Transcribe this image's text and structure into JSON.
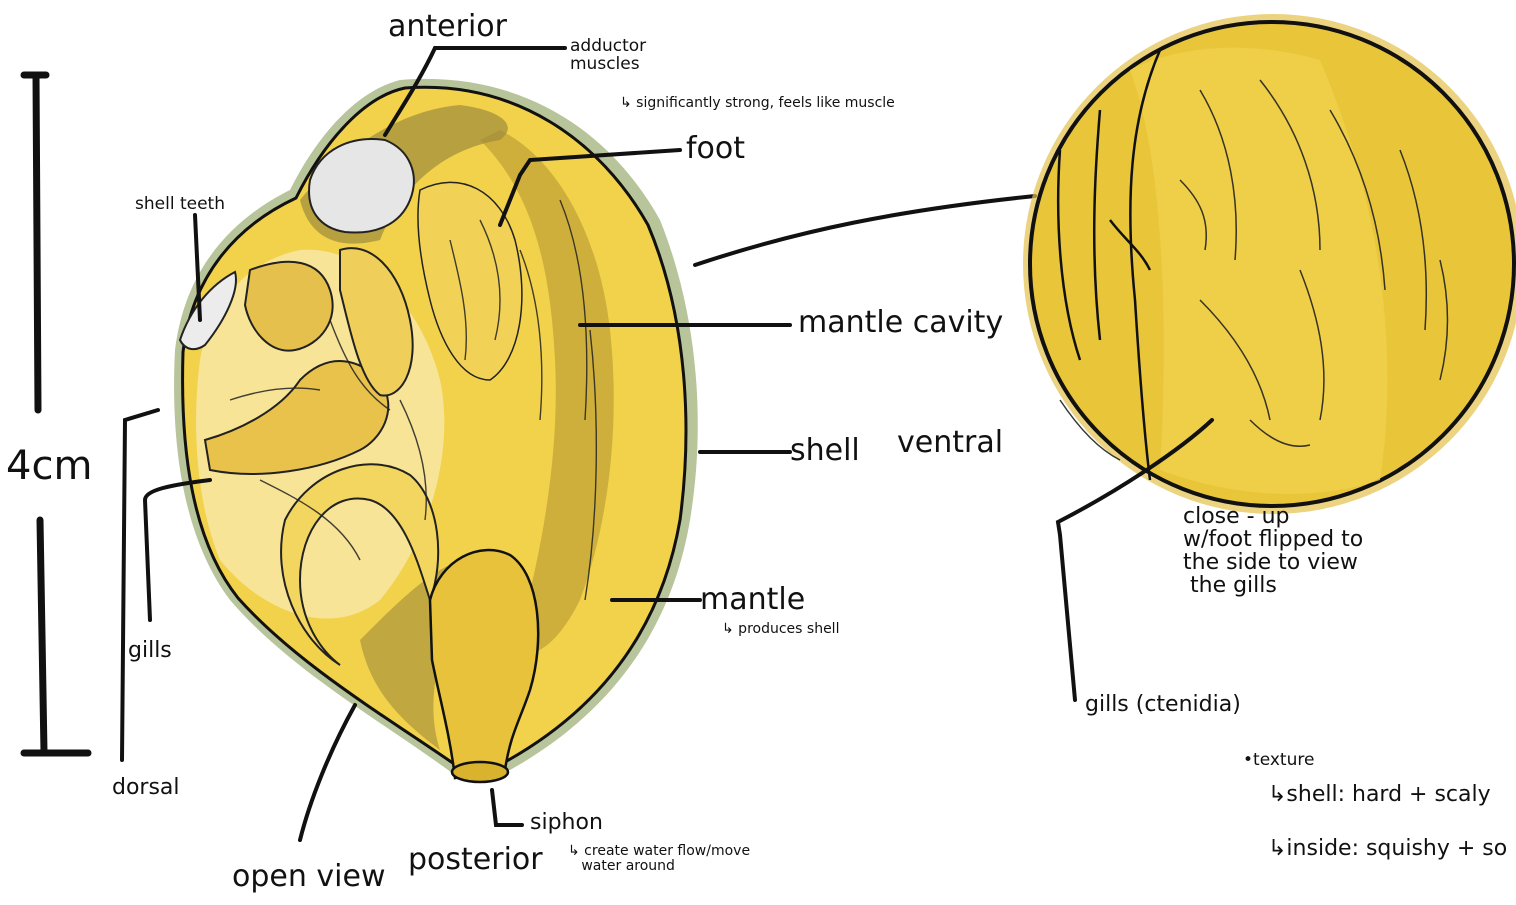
{
  "labels": {
    "anterior": "anterior",
    "adductor": "adductor muscles",
    "adductor_note": "↳ significantly strong, feels like muscle",
    "foot": "foot",
    "shell_teeth": "shell teeth",
    "mantle_cavity": "mantle cavity",
    "shell": "shell",
    "ventral": "ventral",
    "mantle": "mantle",
    "mantle_note": "↳ produces shell",
    "gills": "gills",
    "dorsal": "dorsal",
    "open_view": "open view",
    "posterior": "posterior",
    "siphon": "siphon",
    "siphon_note": "↳ create water flow/move\n   water around",
    "scale": "4cm",
    "close_up": "close - up\nw/foot flipped to\nthe side to view\n the gills",
    "gills_ctenidia": "gills (ctenidia)",
    "texture": "•texture",
    "texture_shell": "↳shell: hard + scaly",
    "texture_inside": "↳inside: squishy + so"
  },
  "colors": {
    "shell_yellow": "#f2d24a",
    "shell_light": "#f7e6a0",
    "mantle_olive": "#c9a93a",
    "dark_olive": "#9e8a3a",
    "rim_green": "#b8c49a",
    "muscle_white": "#e6e6e6",
    "ink": "#111111",
    "closeup_yellow": "#e9c53a",
    "closeup_ring": "#e2c04a"
  }
}
